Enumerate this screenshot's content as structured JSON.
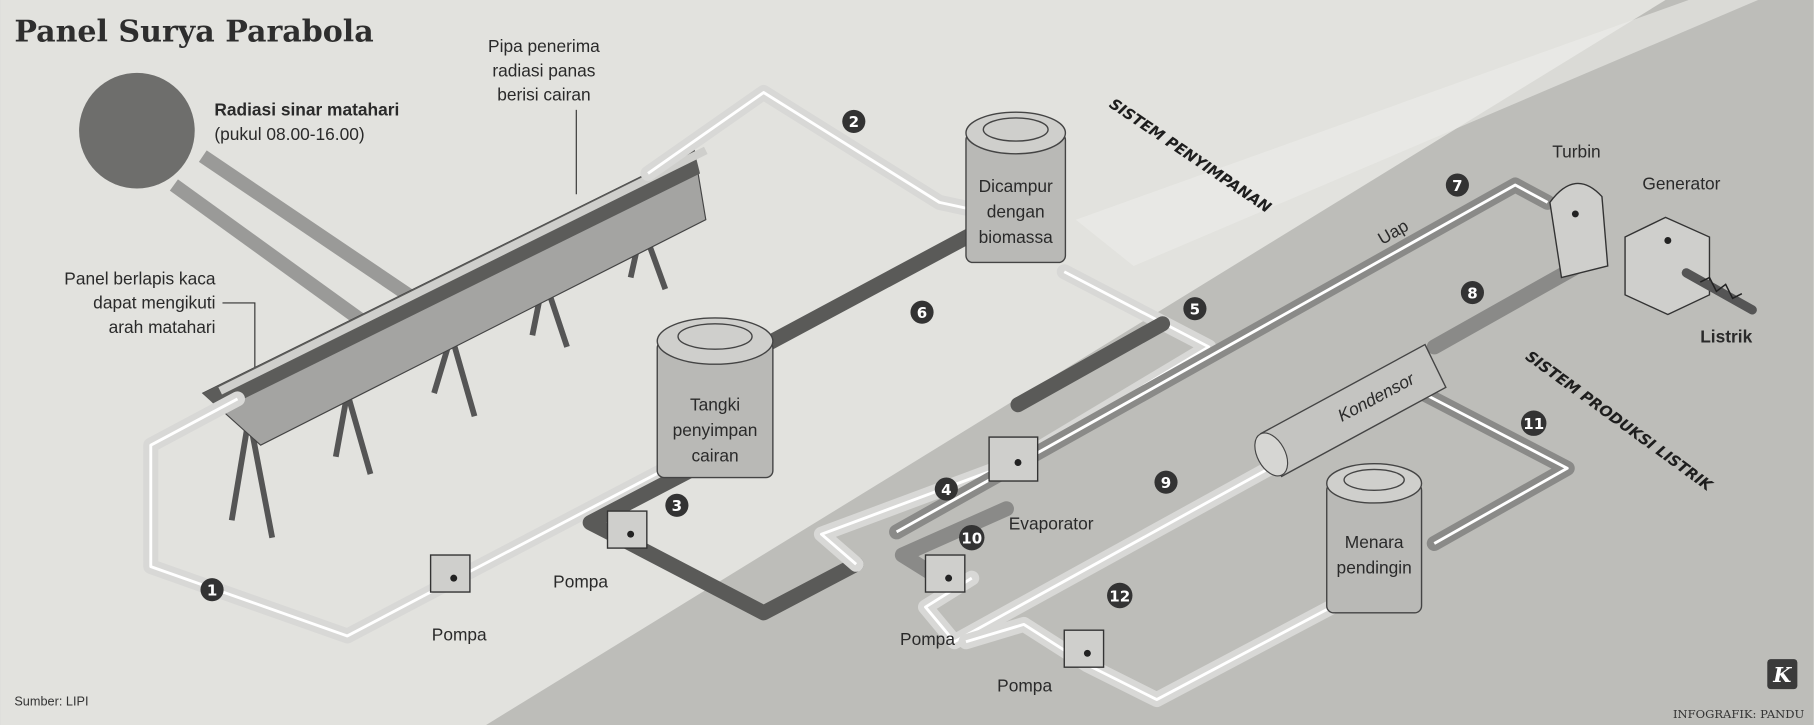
{
  "title": "Panel Surya Parabola",
  "labels": {
    "radiation_title": "Radiasi sinar matahari",
    "radiation_time": "(pukul 08.00-16.00)",
    "pipe_receiver": [
      "Pipa penerima",
      "radiasi panas",
      "berisi cairan"
    ],
    "glass_panel": [
      "Panel berlapis kaca",
      "dapat mengikuti",
      "arah matahari"
    ],
    "biomass_tank": [
      "Dicampur",
      "dengan",
      "biomassa"
    ],
    "storage_tank": [
      "Tangki",
      "penyimpan",
      "cairan"
    ],
    "cooling_tower": [
      "Menara",
      "pendingin"
    ],
    "pump": "Pompa",
    "evaporator": "Evaporator",
    "condenser": "Kondensor",
    "steam": "Uap",
    "turbine": "Turbin",
    "generator": "Generator",
    "electricity": "Listrik"
  },
  "sections": {
    "storage": "SISTEM PENYIMPANAN",
    "power": "SISTEM PRODUKSI LISTRIK"
  },
  "steps": [
    "1",
    "2",
    "3",
    "4",
    "5",
    "6",
    "7",
    "8",
    "9",
    "10",
    "11",
    "12"
  ],
  "footer": {
    "source": "Sumber: LIPI",
    "credit": "INFOGRAFIK: PANDU",
    "logo": "K"
  }
}
